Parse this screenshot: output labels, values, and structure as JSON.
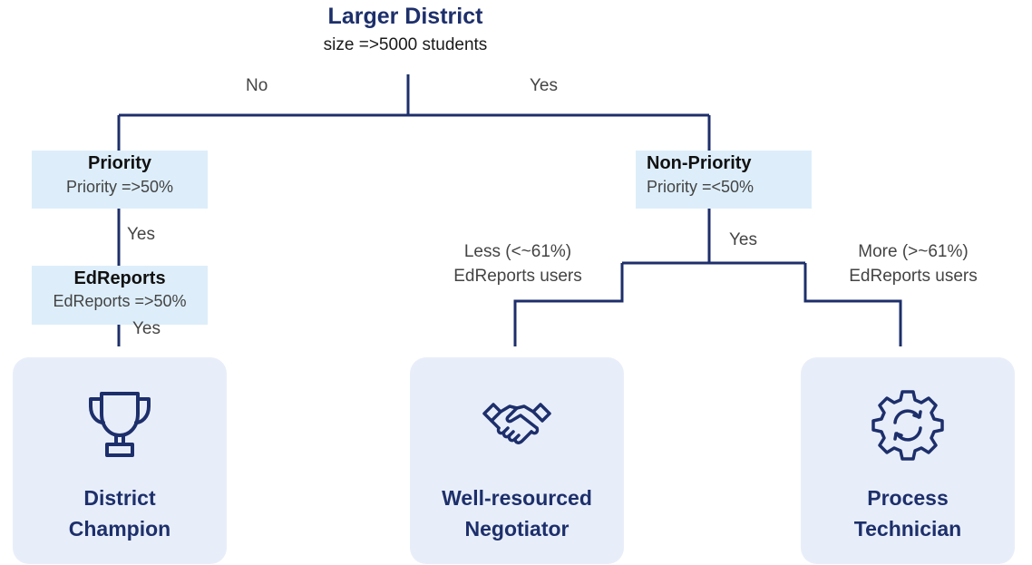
{
  "root": {
    "title": "Larger District",
    "subtitle": "size =>5000 students"
  },
  "branches": {
    "no": "No",
    "yes": "Yes"
  },
  "left_node": {
    "title": "Priority",
    "subtitle": "Priority =>50%",
    "edge_label": "Yes"
  },
  "left_sub_node": {
    "title": "EdReports",
    "subtitle": "EdReports =>50%",
    "edge_label": "Yes"
  },
  "right_node": {
    "title": "Non-Priority",
    "subtitle": "Priority =<50%",
    "edge_label": "Yes"
  },
  "right_split": {
    "less": {
      "line1": "Less (<~61%)",
      "line2": "EdReports users"
    },
    "more": {
      "line1": "More (>~61%)",
      "line2": "EdReports users"
    }
  },
  "outcomes": [
    {
      "line1": "District",
      "line2": "Champion",
      "icon": "trophy-icon"
    },
    {
      "line1": "Well-resourced",
      "line2": "Negotiator",
      "icon": "handshake-icon"
    },
    {
      "line1": "Process",
      "line2": "Technician",
      "icon": "gear-cycle-icon"
    }
  ],
  "colors": {
    "line": "#1d2f6b",
    "condition_box": "#ddeefa",
    "outcome_card": "#e8eef9",
    "title": "#1d2f6b"
  }
}
